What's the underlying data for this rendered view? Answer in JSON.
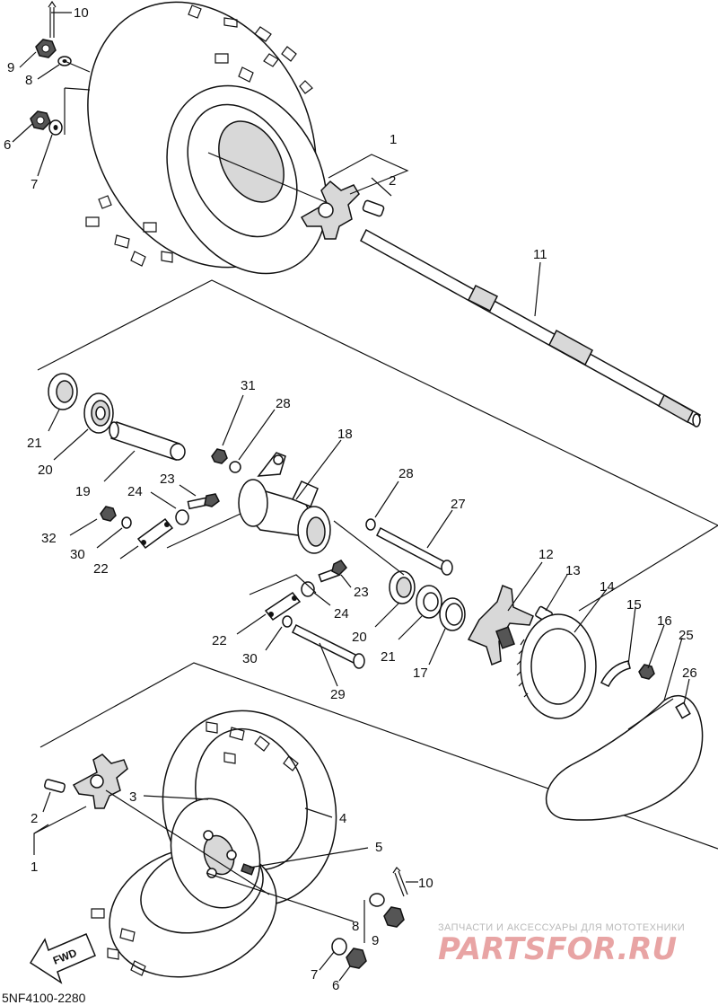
{
  "diagram": {
    "callouts": {
      "c1_top": "1",
      "c2_top": "2",
      "c6_top": "6",
      "c7_top": "7",
      "c8_top": "8",
      "c9_top": "9",
      "c10_top": "10",
      "c11": "11",
      "c12": "12",
      "c13": "13",
      "c14": "14",
      "c15": "15",
      "c16": "16",
      "c17": "17",
      "c18": "18",
      "c19": "19",
      "c20_top": "20",
      "c21_top": "21",
      "c22_left": "22",
      "c23_top": "23",
      "c24_top": "24",
      "c25": "25",
      "c26": "26",
      "c27": "27",
      "c28_top": "28",
      "c28_mid": "28",
      "c29": "29",
      "c20_mid": "20",
      "c21_mid": "21",
      "c22_mid": "22",
      "c23_mid": "23",
      "c24_mid": "24",
      "c30_left": "30",
      "c30_mid": "30",
      "c31": "31",
      "c32": "32",
      "c1_bot": "1",
      "c2_bot": "2",
      "c3": "3",
      "c4": "4",
      "c5": "5",
      "c6_bot": "6",
      "c7_bot": "7",
      "c8_bot": "8",
      "c9_bot": "9",
      "c10_bot": "10"
    },
    "fwd_label": "FWD",
    "diagram_code": "5NF4100-2280"
  },
  "watermark": {
    "tagline": "ЗАПЧАСТИ И АКСЕССУАРЫ ДЛЯ МОТОТЕХНИКИ",
    "brand": "PARTSFOR.RU"
  },
  "colors": {
    "line": "#111111",
    "watermark_text": "#e8a4a4",
    "watermark_tagline": "#b9b9b9"
  }
}
